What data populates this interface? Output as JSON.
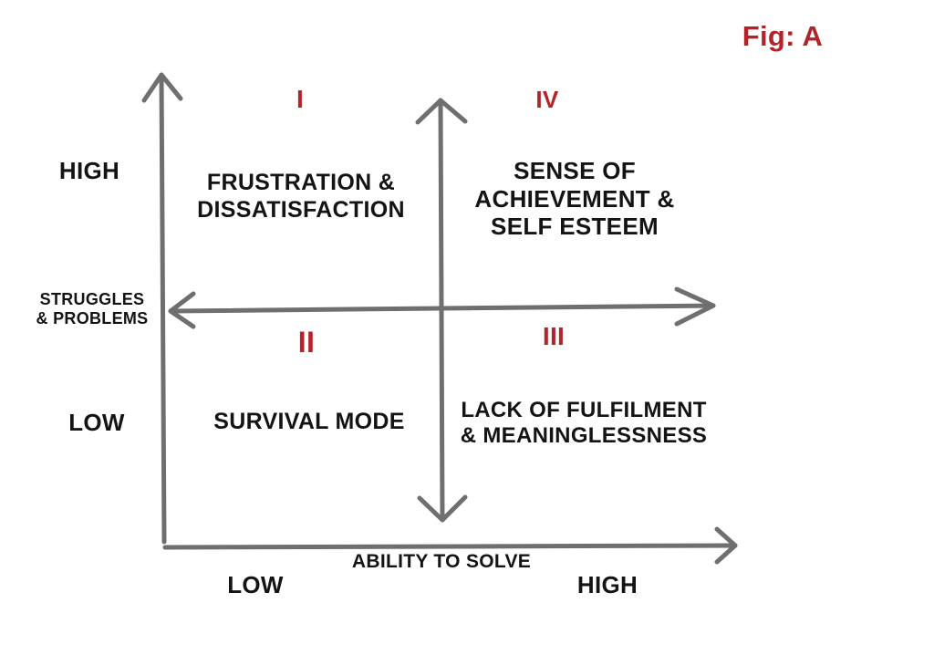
{
  "figure_label": "Fig: A",
  "quadrant_numerals": {
    "q1": "I",
    "q2": "II",
    "q3": "III",
    "q4": "IV"
  },
  "quadrant_text": {
    "q1": [
      "FRUSTRATION &",
      "DISSATISFACTION"
    ],
    "q2": [
      "SURVIVAL MODE"
    ],
    "q3": [
      "LACK OF FULFILMENT",
      "& MEANINGLESSNESS"
    ],
    "q4": [
      "SENSE OF",
      "ACHIEVEMENT &",
      "SELF ESTEEM"
    ]
  },
  "y_axis": {
    "title": [
      "STRUGGLES",
      "& PROBLEMS"
    ],
    "high": "HIGH",
    "low": "LOW"
  },
  "x_axis": {
    "title": "ABILITY TO SOLVE",
    "low": "LOW",
    "high": "HIGH"
  },
  "colors": {
    "axis": "#6f6f6f",
    "text": "#141414",
    "accent": "#b3242a"
  }
}
